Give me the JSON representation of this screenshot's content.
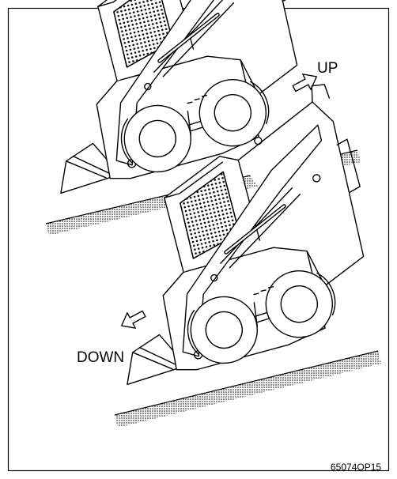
{
  "labels": {
    "up": "UP",
    "down": "DOWN",
    "figure_code": "65074OP15"
  },
  "icons": {
    "direction_up": "hollow-arrow-right-icon",
    "direction_down": "hollow-arrow-left-icon"
  },
  "colors": {
    "ink": "#000000",
    "paper": "#ffffff"
  }
}
